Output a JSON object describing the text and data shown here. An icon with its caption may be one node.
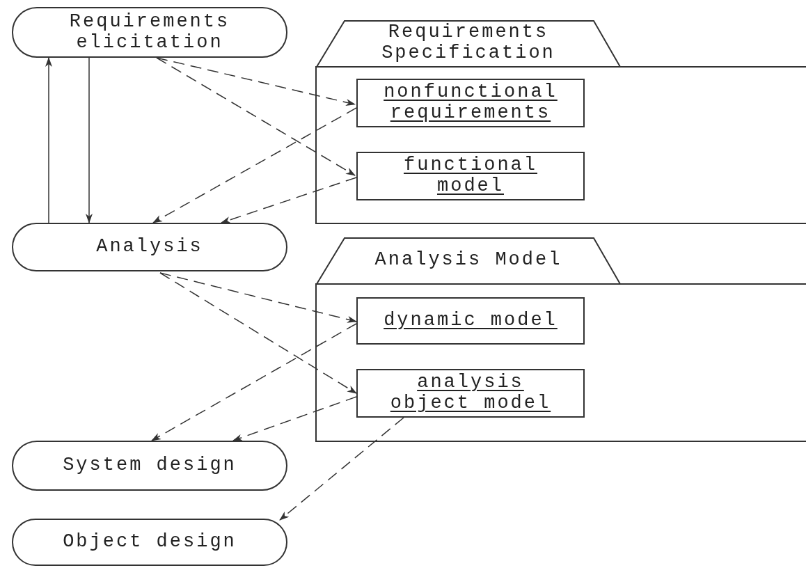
{
  "diagram": {
    "nodes": [
      {
        "text": [
          "Requirements elicitation"
        ]
      },
      {
        "text": [
          "Analysis"
        ]
      },
      {
        "text": [
          "System design"
        ]
      },
      {
        "text": [
          "Object design"
        ]
      },
      {
        "text": [
          "Requirements Specification"
        ]
      },
      {
        "text": [
          "nonfunctional requirements"
        ],
        "in": 4
      },
      {
        "text": [
          "functional model"
        ],
        "in": 4
      },
      {
        "text": [
          "Analysis Model"
        ]
      },
      {
        "text": [
          "dynamic model"
        ],
        "in": 7
      },
      {
        "text": [
          "analysis object model"
        ],
        "in": 7
      }
    ],
    "edges": [
      {
        "from": 0,
        "to": 1,
        "arrow": "to"
      },
      {
        "from": 1,
        "to": 0,
        "arrow": "to"
      },
      {
        "from": 0,
        "to": 5,
        "arrow": "to",
        "style": "dashed"
      },
      {
        "from": 0,
        "to": 6,
        "arrow": "to",
        "style": "dashed"
      },
      {
        "from": 5,
        "to": 1,
        "arrow": "to",
        "style": "dashed"
      },
      {
        "from": 6,
        "to": 1,
        "arrow": "to",
        "style": "dashed"
      },
      {
        "from": 1,
        "to": 8,
        "arrow": "to",
        "style": "dashed"
      },
      {
        "from": 1,
        "to": 9,
        "arrow": "to",
        "style": "dashed"
      },
      {
        "from": 8,
        "to": 2,
        "arrow": "to",
        "style": "dashed"
      },
      {
        "from": 9,
        "to": 2,
        "arrow": "to",
        "style": "dashed"
      },
      {
        "from": 9,
        "to": 3,
        "arrow": "to",
        "style": "dashed"
      }
    ]
  }
}
